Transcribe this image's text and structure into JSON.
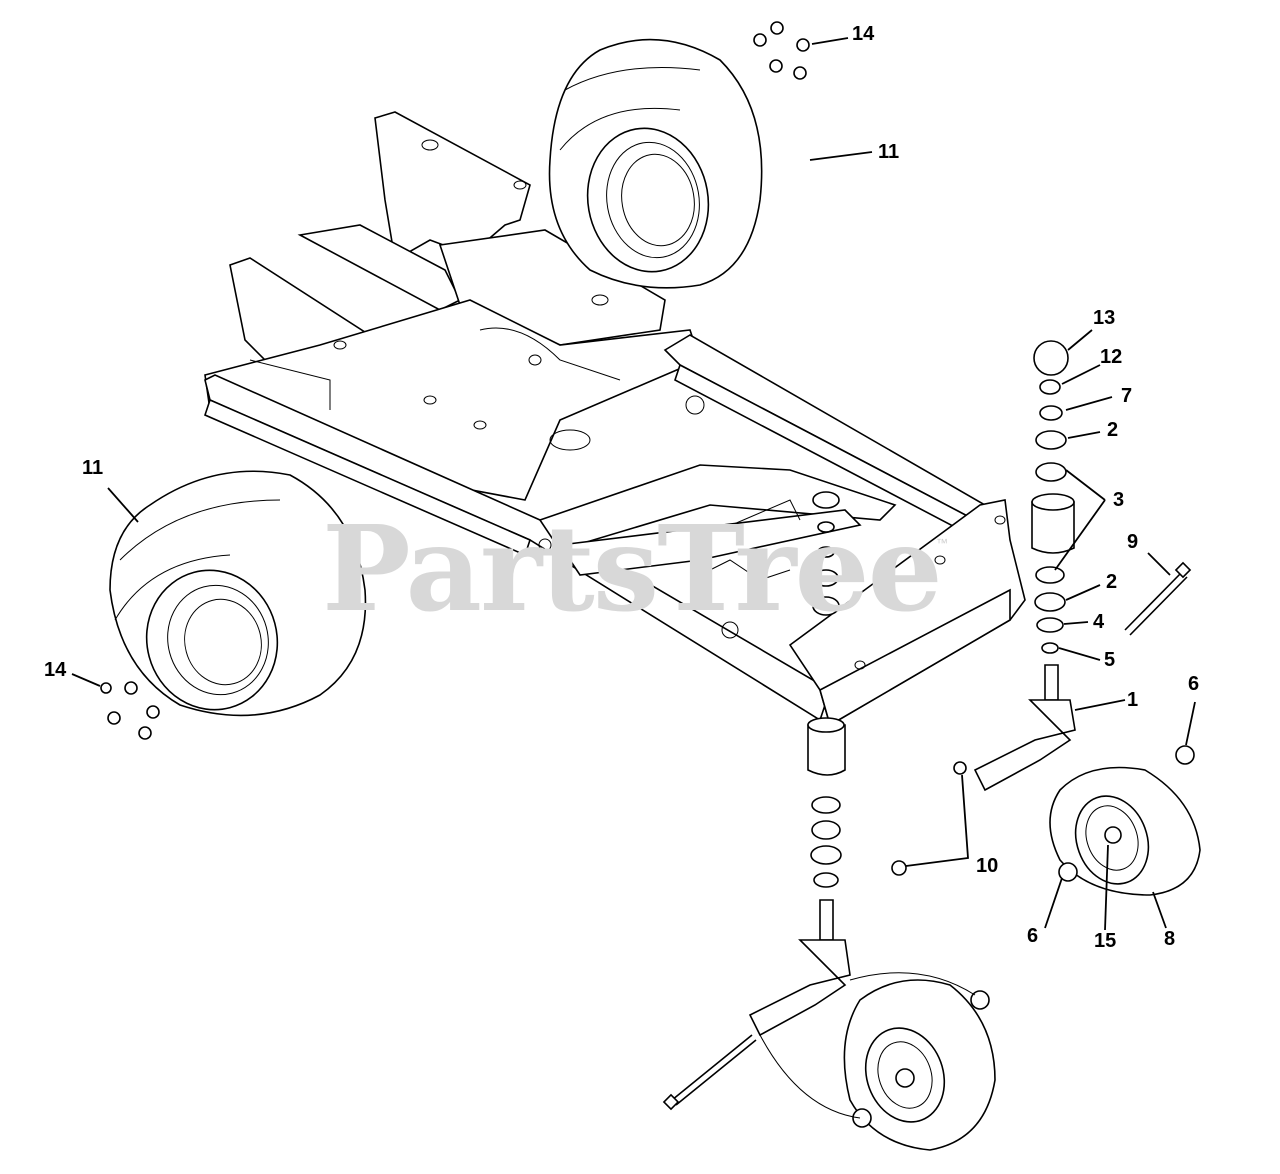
{
  "watermark": {
    "text": "PartsTree",
    "trademark": "™"
  },
  "callouts": [
    {
      "id": "c14-top",
      "text": "14"
    },
    {
      "id": "c11-top",
      "text": "11"
    },
    {
      "id": "c13",
      "text": "13"
    },
    {
      "id": "c12",
      "text": "12"
    },
    {
      "id": "c7",
      "text": "7"
    },
    {
      "id": "c2-top",
      "text": "2"
    },
    {
      "id": "c3",
      "text": "3"
    },
    {
      "id": "c9",
      "text": "9"
    },
    {
      "id": "c2-bottom",
      "text": "2"
    },
    {
      "id": "c4",
      "text": "4"
    },
    {
      "id": "c5",
      "text": "5"
    },
    {
      "id": "c1",
      "text": "1"
    },
    {
      "id": "c6-right",
      "text": "6"
    },
    {
      "id": "c11-left",
      "text": "11"
    },
    {
      "id": "c14-left",
      "text": "14"
    },
    {
      "id": "c10",
      "text": "10"
    },
    {
      "id": "c6-bottom",
      "text": "6"
    },
    {
      "id": "c15",
      "text": "15"
    },
    {
      "id": "c8",
      "text": "8"
    }
  ]
}
